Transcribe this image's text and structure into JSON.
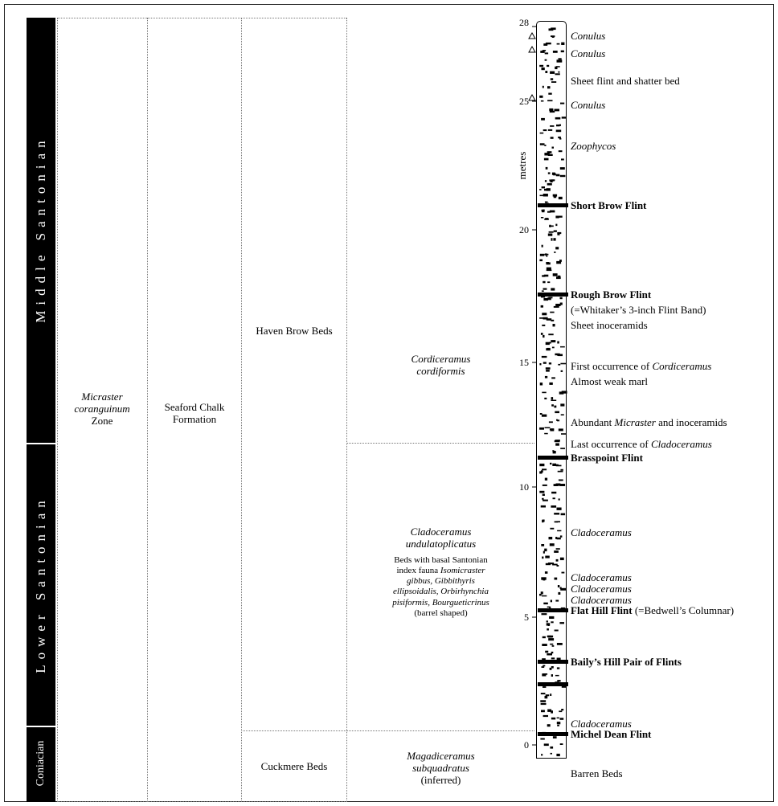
{
  "stages": [
    {
      "name": "Middle Santonian"
    },
    {
      "name": "Lower Santonian"
    },
    {
      "name": "Coniacian"
    }
  ],
  "zone": {
    "pre": "Micraster",
    "species": "coranguinum",
    "post": "Zone"
  },
  "formation": {
    "line1": "Seaford Chalk",
    "line2": "Formation"
  },
  "members": [
    {
      "name": "Haven Brow Beds"
    },
    {
      "name": "Cuckmere Beds"
    }
  ],
  "biozones": [
    {
      "line1": "Cordiceramus",
      "line2": "cordiformis"
    },
    {
      "line1": "Cladoceramus",
      "line2": "undulatoplicatus",
      "note1": "Beds with basal Santonian",
      "note2_pre": "index fauna ",
      "note2_it": "Isomicraster",
      "note3_it": "gibbus, Gibbithyris",
      "note4_it": "ellipsoidalis, Orbirhynchia",
      "note5_it": "pisiformis, Bourgueticrinus",
      "note6": "(barrel shaped)"
    },
    {
      "line1": "Magadiceramus",
      "line2": "subquadratus",
      "line3": "(inferred)"
    }
  ],
  "axis": {
    "label": "metres",
    "ticks": [
      "28",
      "25",
      "20",
      "15",
      "10",
      "5",
      "0"
    ]
  },
  "annotations": [
    {
      "text": "Conulus"
    },
    {
      "text": "Conulus"
    },
    {
      "text": "Sheet flint and shatter bed"
    },
    {
      "text": "Conulus"
    },
    {
      "text": "Zoophycos"
    },
    {
      "text": "Short Brow Flint"
    },
    {
      "text": "Rough Brow Flint"
    },
    {
      "text": "(=Whitaker’s 3-inch Flint Band)"
    },
    {
      "text": "Sheet inoceramids"
    },
    {
      "pre": "First occurrence of ",
      "it": "Cordiceramus"
    },
    {
      "text": "Almost weak marl"
    },
    {
      "pre": "Abundant ",
      "it": "Micraster",
      "post": " and inoceramids"
    },
    {
      "pre": "Last occurrence of ",
      "it": "Cladoceramus"
    },
    {
      "text": "Brasspoint Flint"
    },
    {
      "text": "Cladoceramus"
    },
    {
      "text": "Cladoceramus"
    },
    {
      "text": "Cladoceramus"
    },
    {
      "text": "Cladoceramus"
    },
    {
      "bold": "Flat Hill Flint",
      "post": " (=Bedwell’s Columnar)"
    },
    {
      "text": "Baily’s Hill Pair of Flints"
    },
    {
      "text": "Cladoceramus"
    },
    {
      "text": "Michel Dean Flint"
    },
    {
      "text": "Barren Beds"
    }
  ]
}
